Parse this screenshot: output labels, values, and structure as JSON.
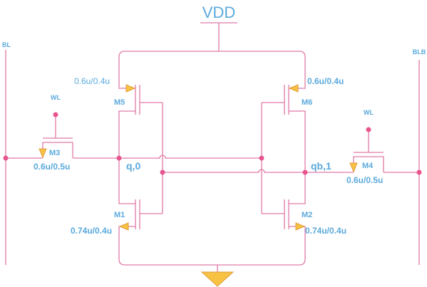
{
  "colors": {
    "wire": "#e07aa6",
    "dot": "#e8558e",
    "label": "#5aa9dc",
    "arrow_fill": "#f7c242",
    "arrow_stroke": "#e29a3a"
  },
  "supply": {
    "vdd": "VDD",
    "ground_icon": "ground-triangle"
  },
  "bitlines": {
    "bl": "BL",
    "blb": "BLB"
  },
  "wordlines": {
    "left": "WL",
    "right": "WL"
  },
  "transistors": {
    "m1": {
      "name": "M1",
      "size": "0.74u/0.4u"
    },
    "m2": {
      "name": "M2",
      "size": "0.74u/0.4u"
    },
    "m3": {
      "name": "M3",
      "size": "0.6u/0.5u"
    },
    "m4": {
      "name": "M4",
      "size": "0.6u/0.5u"
    },
    "m5": {
      "name": "M5",
      "size": "0.6u/0.4u"
    },
    "m6": {
      "name": "M6",
      "size": "0.6u/0.4u"
    }
  },
  "nodes": {
    "q": "q,0",
    "qb": "qb,1"
  }
}
